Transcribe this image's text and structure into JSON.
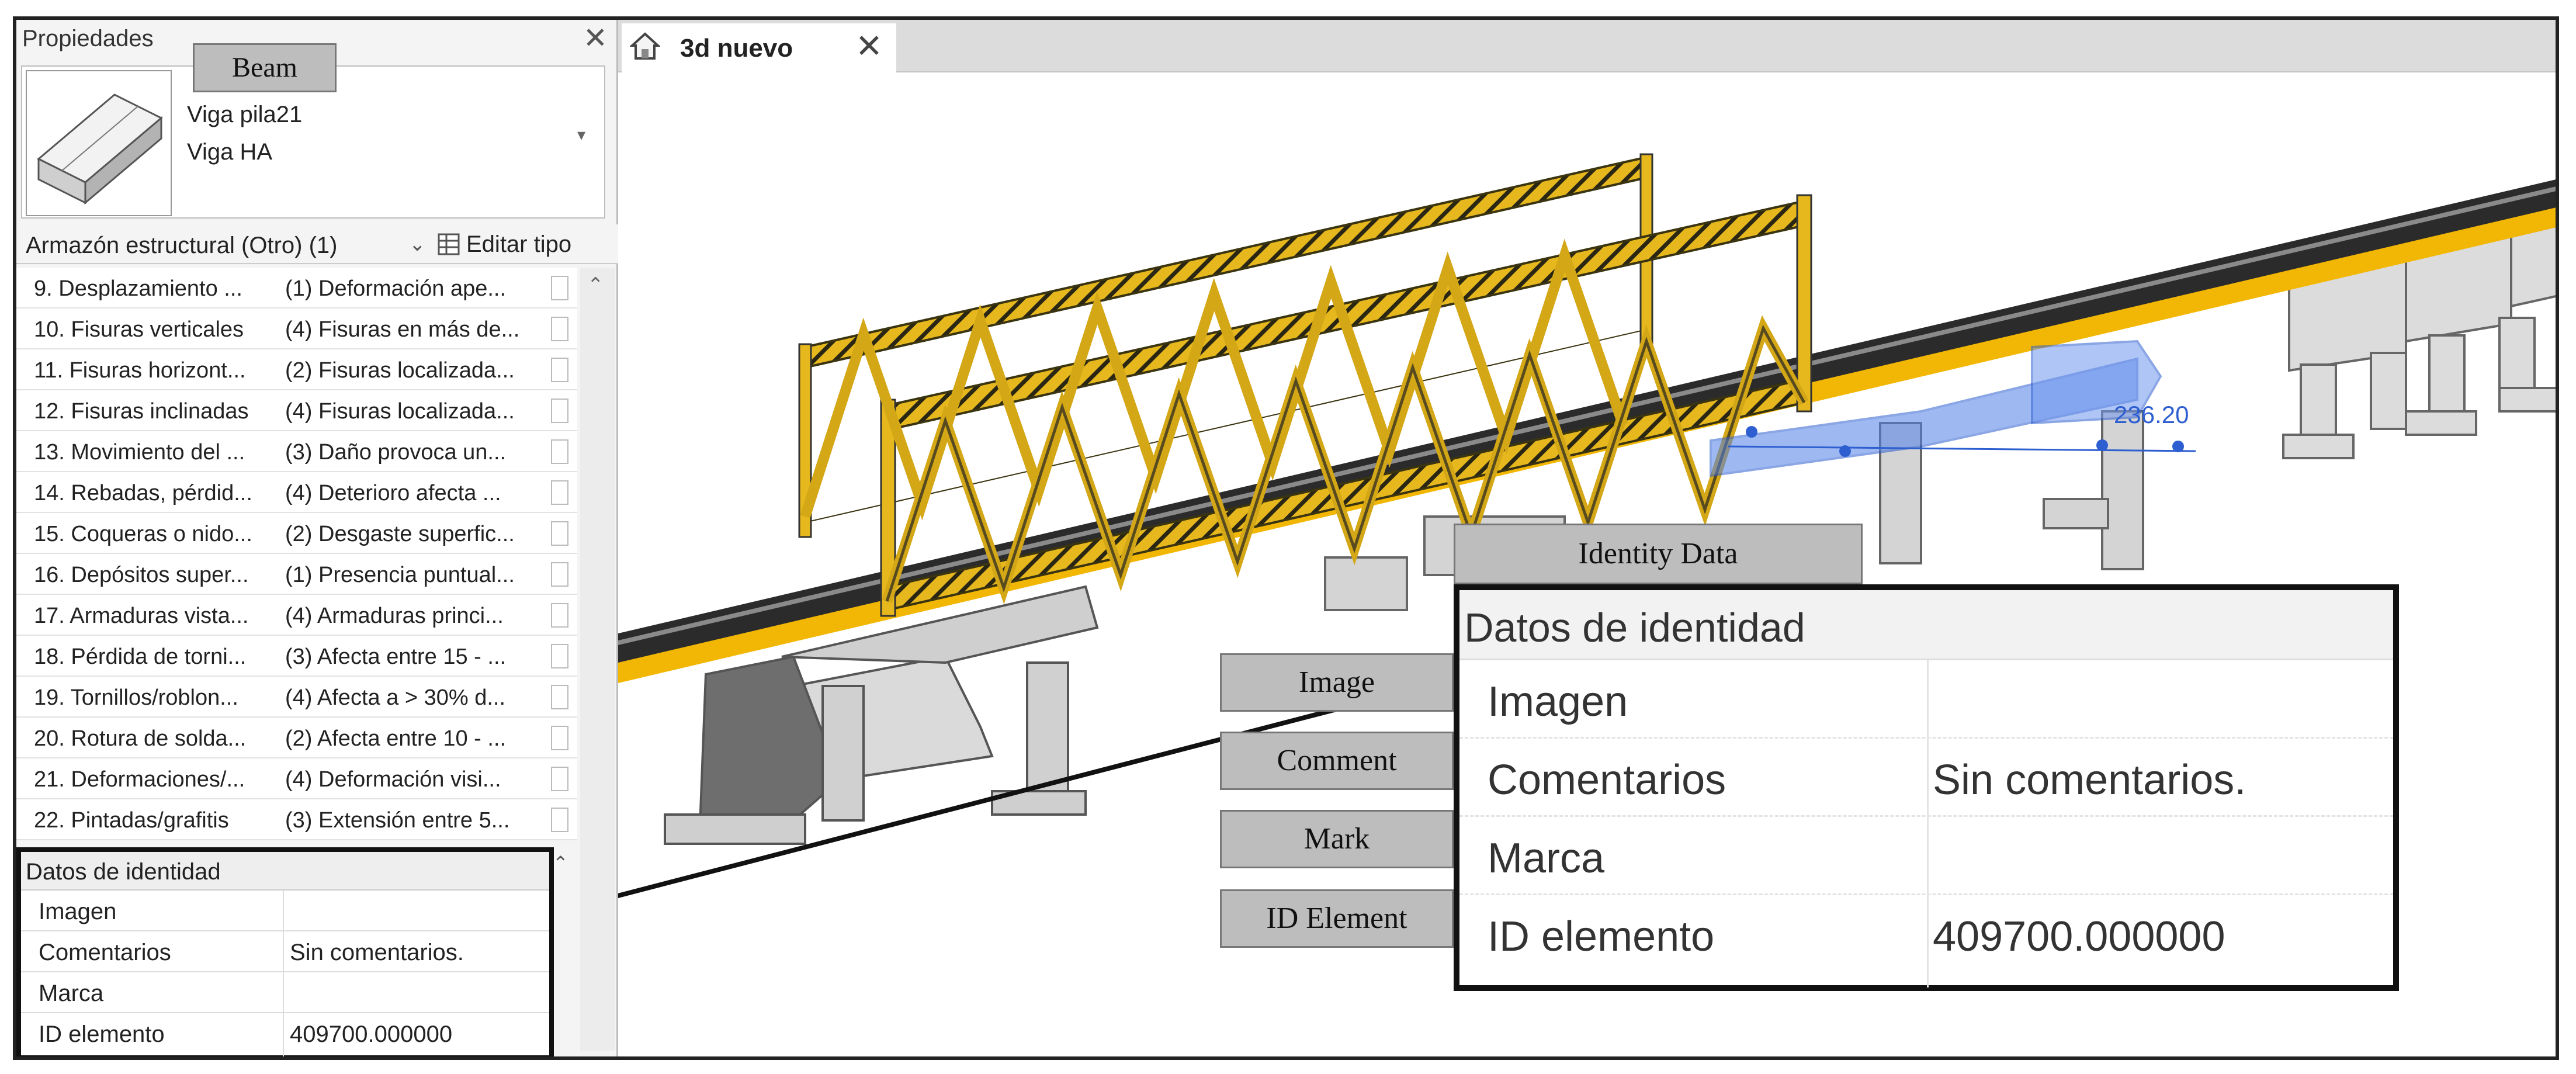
{
  "properties_panel": {
    "title": "Propiedades",
    "close_glyph": "✕",
    "type_selector": {
      "name": "Viga pila21",
      "family": "Viga HA",
      "dropdown_glyph": "▾",
      "thumbnail_icon": "beam-thumbnail-icon"
    },
    "category": {
      "label": "Armazón estructural (Otro) (1)",
      "chevron_glyph": "⌄",
      "edit_type_label": "Editar tipo",
      "edit_type_icon": "edit-type-icon"
    },
    "params": [
      {
        "name": "9. Desplazamiento ...",
        "value": "(1) Deformación ape..."
      },
      {
        "name": "10. Fisuras verticales",
        "value": "(4) Fisuras en más de..."
      },
      {
        "name": "11. Fisuras horizont...",
        "value": "(2) Fisuras localizada..."
      },
      {
        "name": "12. Fisuras inclinadas",
        "value": "(4) Fisuras localizada..."
      },
      {
        "name": "13. Movimiento del ...",
        "value": "(3) Daño provoca un..."
      },
      {
        "name": "14. Rebadas, pérdid...",
        "value": "(4) Deterioro afecta ..."
      },
      {
        "name": "15. Coqueras o nido...",
        "value": "(2) Desgaste superfic..."
      },
      {
        "name": "16. Depósitos super...",
        "value": "(1) Presencia puntual..."
      },
      {
        "name": "17. Armaduras vista...",
        "value": "(4) Armaduras princi..."
      },
      {
        "name": "18. Pérdida de torni...",
        "value": "(3) Afecta entre 15 - ..."
      },
      {
        "name": "19. Tornillos/roblon...",
        "value": "(4) Afecta a > 30% d..."
      },
      {
        "name": "20. Rotura de solda...",
        "value": "(2) Afecta entre 10 - ..."
      },
      {
        "name": "21. Deformaciones/...",
        "value": "(4) Deformación visi..."
      },
      {
        "name": "22. Pintadas/grafitis",
        "value": "(3) Extensión entre 5..."
      }
    ],
    "identity": {
      "header": "Datos de identidad",
      "rows": [
        {
          "name": "Imagen",
          "value": ""
        },
        {
          "name": "Comentarios",
          "value": "Sin comentarios."
        },
        {
          "name": "Marca",
          "value": ""
        },
        {
          "name": "ID elemento",
          "value": "409700.000000"
        }
      ]
    },
    "scroll_up_glyph": "⌃",
    "collapse_glyph": "⌃"
  },
  "view_tab": {
    "label": "3d nuevo",
    "close_glyph": "✕",
    "home_icon": "home-icon"
  },
  "viewport": {
    "dimension_text": "236.20",
    "colors": {
      "truss": "#e6b81e",
      "deck_yellow": "#f2b705",
      "concrete": "#d0d0d0",
      "selection": "#4f7fe8"
    }
  },
  "callouts": {
    "beam": "Beam",
    "identity_data": "Identity Data",
    "image": "Image",
    "comment": "Comment",
    "mark": "Mark",
    "id_element": "ID Element"
  },
  "zoom_table": {
    "header": "Datos de identidad",
    "rows": [
      {
        "name": "Imagen",
        "value": ""
      },
      {
        "name": "Comentarios",
        "value": "Sin comentarios."
      },
      {
        "name": "Marca",
        "value": ""
      },
      {
        "name": "ID elemento",
        "value": "409700.000000"
      }
    ]
  }
}
